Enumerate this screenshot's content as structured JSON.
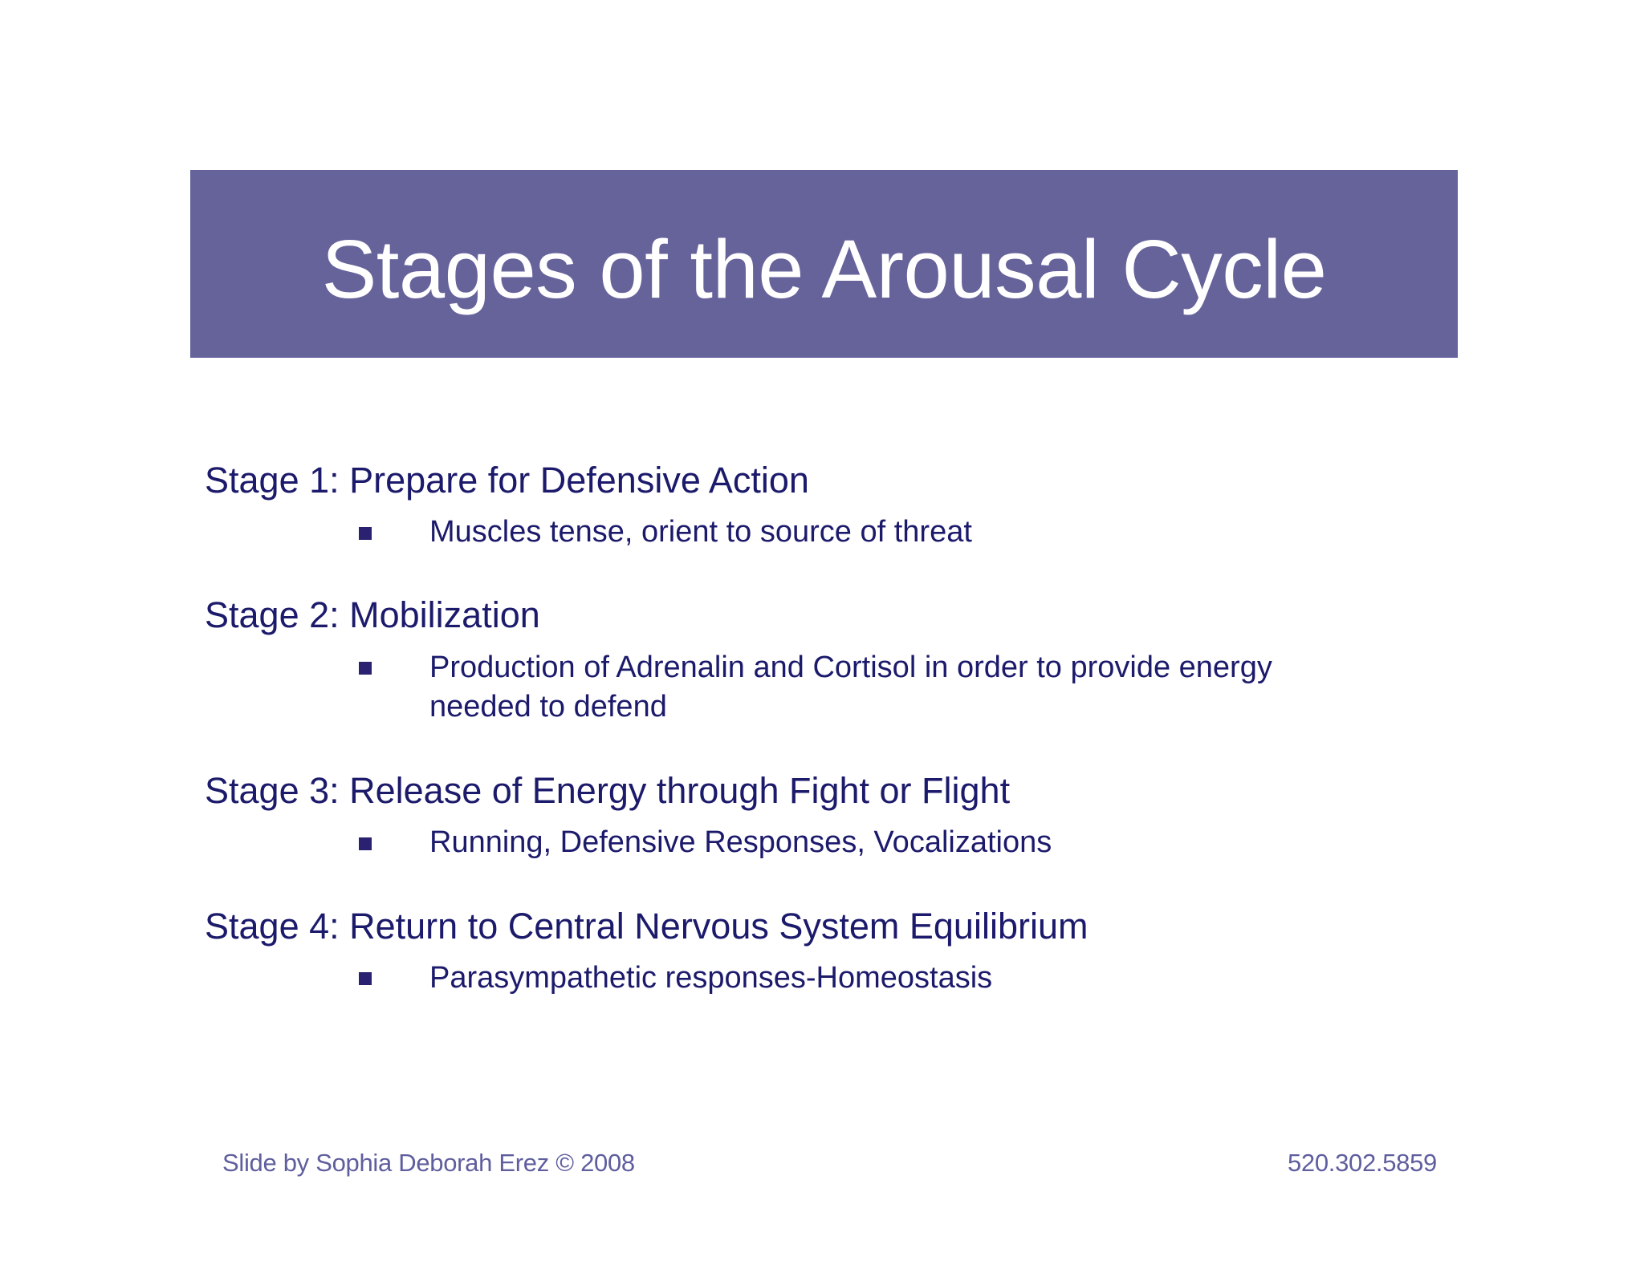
{
  "slide": {
    "title": "Stages of the Arousal Cycle",
    "colors": {
      "title_banner_bg": "#66639B",
      "title_text": "#FFFFFF",
      "body_text": "#1C1A6B",
      "bullet_marker": "#2A2270",
      "footer_text": "#5F5E9E",
      "background": "#FFFFFF"
    },
    "stages": [
      {
        "heading": "Stage 1: Prepare for Defensive Action",
        "bullets": [
          "Muscles tense, orient to source of threat"
        ]
      },
      {
        "heading": "Stage 2: Mobilization",
        "bullets": [
          "Production of Adrenalin and Cortisol in order to provide energy needed to defend"
        ]
      },
      {
        "heading": "Stage 3: Release of Energy through Fight or Flight",
        "bullets": [
          "Running, Defensive Responses, Vocalizations"
        ]
      },
      {
        "heading": "Stage 4: Return to Central Nervous System Equilibrium",
        "bullets": [
          "Parasympathetic responses-Homeostasis"
        ]
      }
    ],
    "footer": {
      "credit": "Slide by Sophia Deborah Erez © 2008",
      "phone": "520.302.5859"
    },
    "bullet_glyph": "square-bullet-icon"
  }
}
